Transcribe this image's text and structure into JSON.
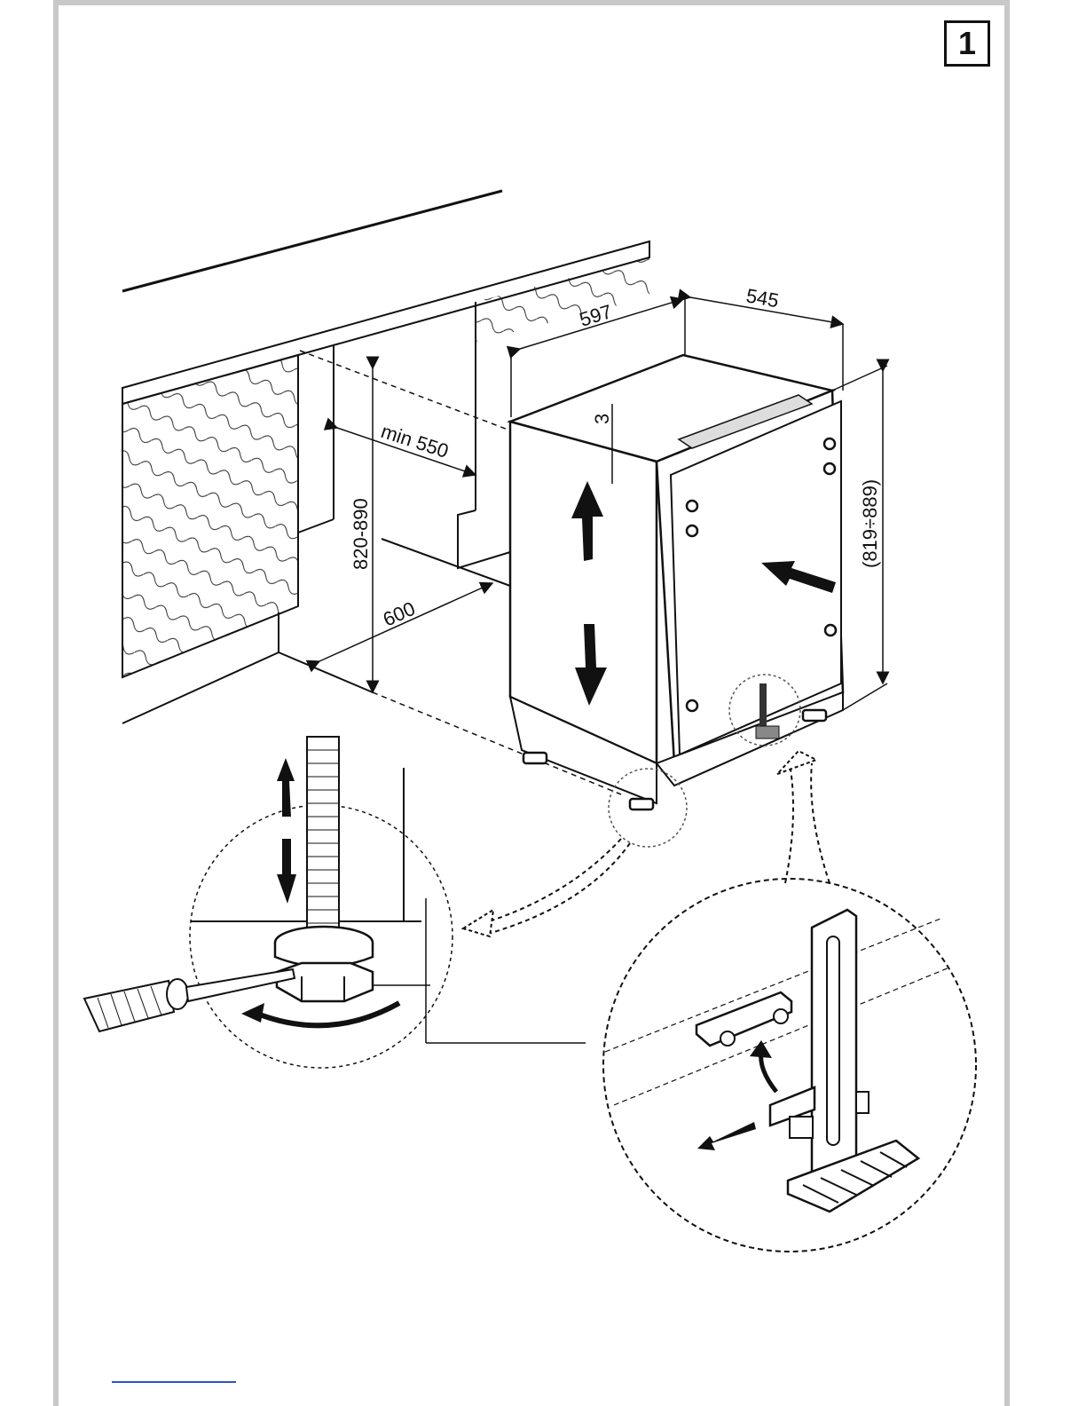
{
  "figure": {
    "number": "1"
  },
  "dimensions": {
    "width": "597",
    "depth": "545",
    "gap_top": "3",
    "niche_depth": "min 550",
    "niche_height": "820-890",
    "floor_depth": "600",
    "appliance_height": "(819÷889)"
  },
  "icons": [
    "adjustable-foot",
    "screwdriver",
    "door-hinge-bracket",
    "arrow-up",
    "arrow-down",
    "arrow-push"
  ]
}
